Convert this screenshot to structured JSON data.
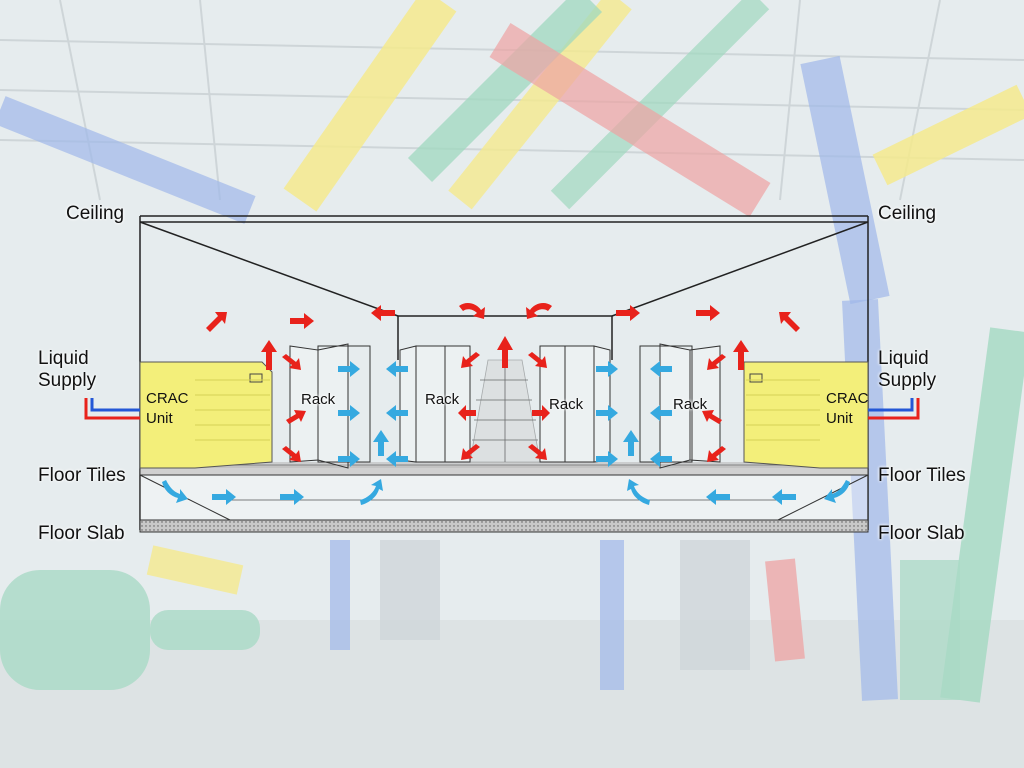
{
  "labels": {
    "ceiling": "Ceiling",
    "liquid_supply_1": "Liquid",
    "liquid_supply_2": "Supply",
    "floor_tiles": "Floor Tiles",
    "floor_slab": "Floor Slab",
    "crac_1": "CRAC",
    "crac_2": "Unit",
    "rack": "Rack"
  },
  "colors": {
    "hot_air": "#e8221b",
    "cold_air": "#35a9e0",
    "crac_unit": "#f3ef7a",
    "pipe_yellow": "#f4e46a",
    "pipe_green": "#7ccfae",
    "pipe_blue": "#7f9ee0",
    "pipe_red": "#e58d8d"
  }
}
